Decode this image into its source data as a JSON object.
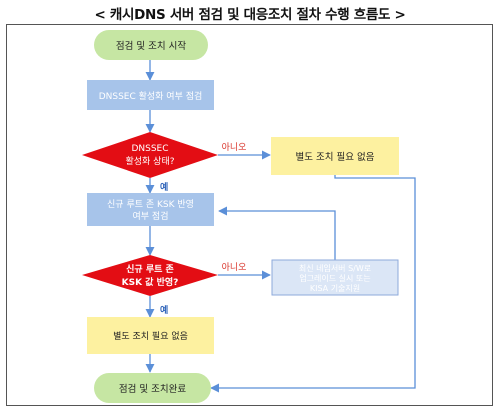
{
  "title": "< 캐시DNS 서버 점검 및 대응조치 절차 수행 흐름도 >",
  "nodes": {
    "start": "점검 및 조치 시작",
    "check_dnssec": "DNSSEC 활성화 여부 점검",
    "decision_dnssec": [
      "DNSSEC",
      "활성화 상태?"
    ],
    "no_action_1": "별도 조치 필요 없음",
    "check_ksk": [
      "신규 루트 존 KSK 반영",
      "여부 점검"
    ],
    "decision_ksk": [
      "신규 루트 존",
      "KSK 값 반영?"
    ],
    "upgrade": [
      "최신 네임서버 S/W로",
      "업그레이드 실시 또는",
      "KISA 기술지원"
    ],
    "no_action_2": "별도 조치 필요 없음",
    "end": "점검 및 조치완료"
  },
  "edge_labels": {
    "no_1": "아니오",
    "yes_1": "예",
    "no_2": "아니오",
    "yes_2": "예"
  },
  "colors": {
    "terminal_fill": "#c6e6a3",
    "process_fill": "#a7c4ea",
    "process_text": "#ffffff",
    "decision_fill": "#e30d14",
    "result_fill": "#fdf1a0",
    "upgrade_fill": "#dbe6f6",
    "upgrade_border": "#8eaadb",
    "arrow": "#5b8fd8",
    "label_red": "#d9342b",
    "label_blue": "#2d62b8"
  }
}
